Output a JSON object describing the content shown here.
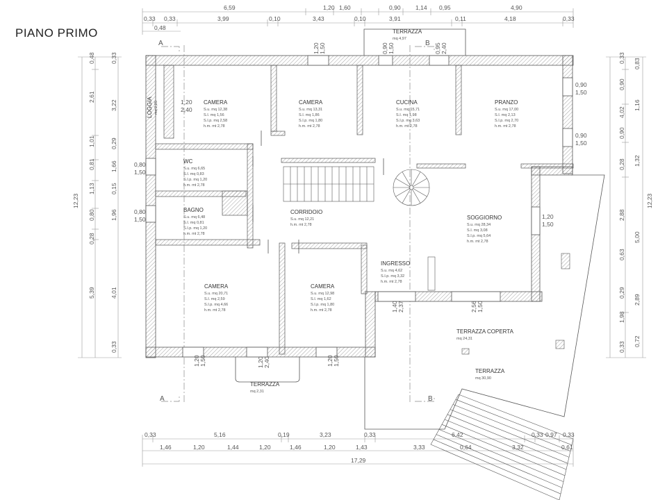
{
  "title": "PIANO PRIMO",
  "dims_top_row1": [
    "6,59",
    "1,20",
    "1,60",
    "0,90",
    "1,14",
    "0,95",
    "4,90"
  ],
  "dims_top_row2": [
    "0,33",
    "0,33",
    "3,99",
    "0,10",
    "3,43",
    "0,10",
    "3,91",
    "0,11",
    "4,18",
    "0,33"
  ],
  "dims_top_row3": [
    "0,48"
  ],
  "dims_bottom_row1": [
    "0,33",
    "5,16",
    "0,19",
    "3,23",
    "0,33",
    "6,42",
    "0,33",
    "0,97",
    "0,33"
  ],
  "dims_bottom_row2": [
    "1,46",
    "1,20",
    "1,44",
    "1,20",
    "1,46",
    "1,20",
    "1,43",
    "3,33",
    "0,64",
    "3,32",
    "0,61"
  ],
  "dims_bottom_total": "17,29",
  "dims_left_outer": [
    "12,23"
  ],
  "dims_left_mid": [
    "0,48",
    "2,61",
    "1,01",
    "0,81",
    "1,13",
    "0,80",
    "0,28",
    "5,39"
  ],
  "dims_left_inner": [
    "0,33",
    "3,22",
    "0,29",
    "1,66",
    "0,15",
    "1,96",
    "4,01",
    "0,33"
  ],
  "dims_right_inner": [
    "0,33",
    "0,90",
    "4,02",
    "0,90",
    "0,28",
    "2,88",
    "0,63",
    "0,29",
    "1,98",
    "0,33"
  ],
  "dims_right_mid": [
    "0,83",
    "1,16",
    "1,32",
    "5,00",
    "2,89",
    "0,72"
  ],
  "dims_right_outer": [
    "12,23"
  ],
  "section_markers": {
    "a": "A",
    "b": "B"
  },
  "rooms": [
    {
      "name": "CAMERA",
      "lines": [
        "S.u.    mq 12,38",
        "S.I.     mq  1,56",
        "S.I.p.  mq 2,58",
        "h.m.   mt  2,78"
      ]
    },
    {
      "name": "CAMERA",
      "lines": [
        "S.u.    mq 13,31",
        "S.I.     mq  1,86",
        "S.I.p.  mq 1,80",
        "h.m.   mt  2,78"
      ]
    },
    {
      "name": "CUCINA",
      "lines": [
        "S.u.    mq 15,71",
        "S.I.     mq  1,98",
        "S.I.p.  mq 3,63",
        "h.m.   mt  2,78"
      ]
    },
    {
      "name": "PRANZO",
      "lines": [
        "S.u.    mq 17,00",
        "S.I.     mq  2,13",
        "S.I.p.  mq 2,70",
        "h.m.   mt  2,78"
      ]
    },
    {
      "name": "WC",
      "lines": [
        "S.u.    mq 6,65",
        "S.I.     mq 0,83",
        "S.I.p.  mq 1,20",
        "h.m.   mt  2,78"
      ]
    },
    {
      "name": "BAGNO",
      "lines": [
        "S.u.    mq 6,48",
        "S.I.     mq 0,81",
        "S.I.p.  mq 1,20",
        "h.m.   mt  2,78"
      ]
    },
    {
      "name": "CORRIDOIO",
      "lines": [
        "S.u.    mq 12,21",
        "h.m.   mt  2,78"
      ]
    },
    {
      "name": "SOGGIORNO",
      "lines": [
        "S.u.    mq 28,34",
        "S.I.     mq  3,08",
        "S.I.p.  mq 5,64",
        "h.m.   mt  2,78"
      ]
    },
    {
      "name": "INGRESSO",
      "lines": [
        "S.u.   mq 4,62",
        "S.I.p.  mq 3,32",
        "h.m.   mt  2,78"
      ]
    },
    {
      "name": "CAMERA",
      "lines": [
        "S.u.    mq 20,71",
        "S.I.     mq  2,59",
        "S.I.p.  mq 4,66",
        "h.m.   mt  2,78"
      ]
    },
    {
      "name": "CAMERA",
      "lines": [
        "S.u.    mq 12,98",
        "S.I.     mq  1,62",
        "S.I.p.  mq 1,80",
        "h.m.   mt  2,78"
      ]
    },
    {
      "name": "LOGGIA",
      "lines": [
        "mq 2,25"
      ]
    },
    {
      "name": "TERRAZZA COPERTA",
      "lines": [
        "mq 24,31"
      ]
    },
    {
      "name": "TERRAZZA",
      "lines": [
        "mq 30,90"
      ]
    },
    {
      "name": "TERRAZZA",
      "lines": [
        "mq 4,97"
      ]
    },
    {
      "name": "TERRAZZA",
      "lines": [
        "mq 2,31"
      ]
    }
  ],
  "openings": [
    {
      "w": "1,20",
      "h": "1,50"
    },
    {
      "w": "0,90",
      "h": "1,50"
    },
    {
      "w": "0,95",
      "h": "2,40"
    },
    {
      "w": "1,20",
      "h": "2,40"
    },
    {
      "w": "0,90",
      "h": "1,50"
    },
    {
      "w": "0,90",
      "h": "1,50"
    },
    {
      "w": "0,80",
      "h": "1,50"
    },
    {
      "w": "0,80",
      "h": "1,50"
    },
    {
      "w": "1,20",
      "h": "1,50"
    },
    {
      "w": "1,40",
      "h": "2,37"
    },
    {
      "w": "2,56",
      "h": "1,50"
    },
    {
      "w": "1,20",
      "h": "1,50"
    },
    {
      "w": "1,20",
      "h": "2,40"
    },
    {
      "w": "1,20",
      "h": "1,50"
    }
  ],
  "colors": {
    "wall_hatch": "#777777",
    "dim_line": "#888888",
    "text": "#333333"
  }
}
